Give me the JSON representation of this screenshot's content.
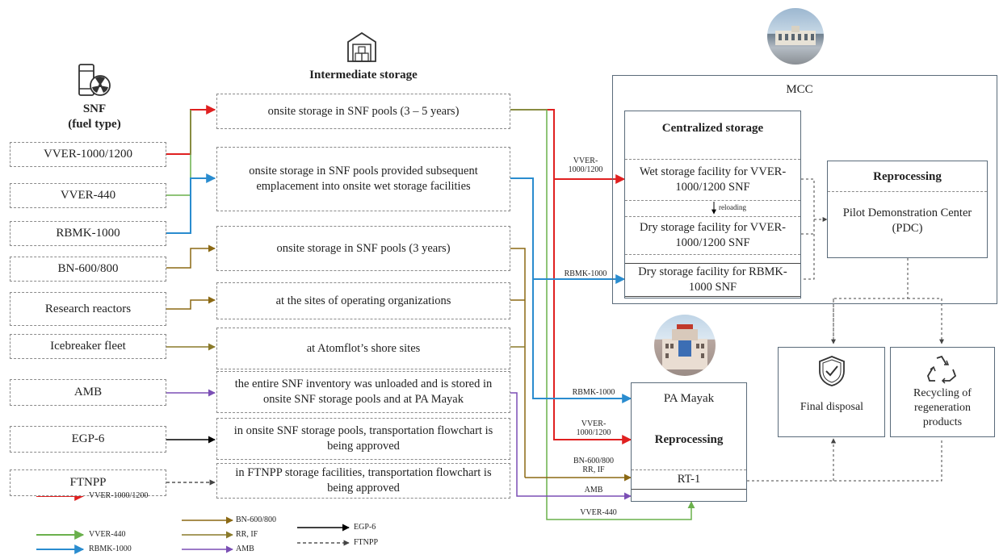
{
  "headings": {
    "snf": "SNF",
    "fuel_type": "(fuel type)",
    "intermediate": "Intermediate storage",
    "mcc": "MCC",
    "centralized": "Centralized storage",
    "reprocessing_mcc": "Reprocessing",
    "pa_mayak": "PA Mayak",
    "reprocessing_pa": "Reprocessing"
  },
  "fuel_types": [
    "VVER-1000/1200",
    "VVER-440",
    "RBMK-1000",
    "BN-600/800",
    "Research reactors",
    "Icebreaker fleet",
    "AMB",
    "EGP-6",
    "FTNPP"
  ],
  "intermediate_storage": [
    "onsite storage in SNF pools (3 – 5 years)",
    "onsite storage in SNF pools provided subsequent emplacement into onsite wet storage facilities",
    "onsite storage in SNF pools (3 years)",
    "at the sites of operating organizations",
    "at Atomflot’s shore sites",
    "the entire SNF inventory was unloaded and is stored in onsite SNF storage pools and at PA Mayak",
    "in onsite SNF storage pools, transportation flowchart is being approved",
    "in FTNPP storage facilities, transportation flowchart is being approved"
  ],
  "centralized_storage": {
    "wet": "Wet storage facility for VVER-1000/1200 SNF",
    "reloading": "reloading",
    "dry_vver": "Dry storage facility for VVER-1000/1200 SNF",
    "dry_rbmk": "Dry storage facility for RBMK-1000 SNF"
  },
  "pdc": "Pilot Demonstration Center (PDC)",
  "rt1": "RT-1",
  "final_disposal": "Final disposal",
  "recycling": "Recycling of regeneration products",
  "flow_labels": {
    "mcc_vver": "VVER-\n1000/1200",
    "mcc_rbmk": "RBMK-1000",
    "pa_rbmk": "RBMK-1000",
    "pa_vver": "VVER-\n1000/1200",
    "pa_bn": "BN-600/800\nRR, IF",
    "pa_amb": "AMB",
    "pa_vver440": "VVER-440"
  },
  "legend": [
    {
      "label": "VVER-1000/1200",
      "color": "#e02020",
      "style": "solid"
    },
    {
      "label": "VVER-440",
      "color": "#6ab04c",
      "style": "solid"
    },
    {
      "label": "RBMK-1000",
      "color": "#2a8ccf",
      "style": "solid"
    },
    {
      "label": "BN-600/800",
      "color": "#8b6914",
      "style": "solid"
    },
    {
      "label": "RR, IF",
      "color": "#8a7a2a",
      "style": "solid"
    },
    {
      "label": "AMB",
      "color": "#7b4fb5",
      "style": "solid"
    },
    {
      "label": "EGP-6",
      "color": "#000000",
      "style": "solid"
    },
    {
      "label": "FTNPP",
      "color": "#333333",
      "style": "dashed"
    }
  ],
  "colors": {
    "vver1000": "#e02020",
    "vver440": "#6ab04c",
    "rbmk": "#2a8ccf",
    "bn": "#8b6914",
    "rr_if": "#8a7a2a",
    "amb": "#7b4fb5",
    "egp": "#000000",
    "ftnpp": "#333333",
    "grey": "#666666"
  },
  "icons": {
    "snf": "fuel-container-radiation-icon",
    "intermediate": "warehouse-icon",
    "mcc_photo": "mcc-building-photo",
    "pa_photo": "pa-mayak-building-photo",
    "final_disposal": "shield-check-icon",
    "recycling": "recycle-icon"
  }
}
